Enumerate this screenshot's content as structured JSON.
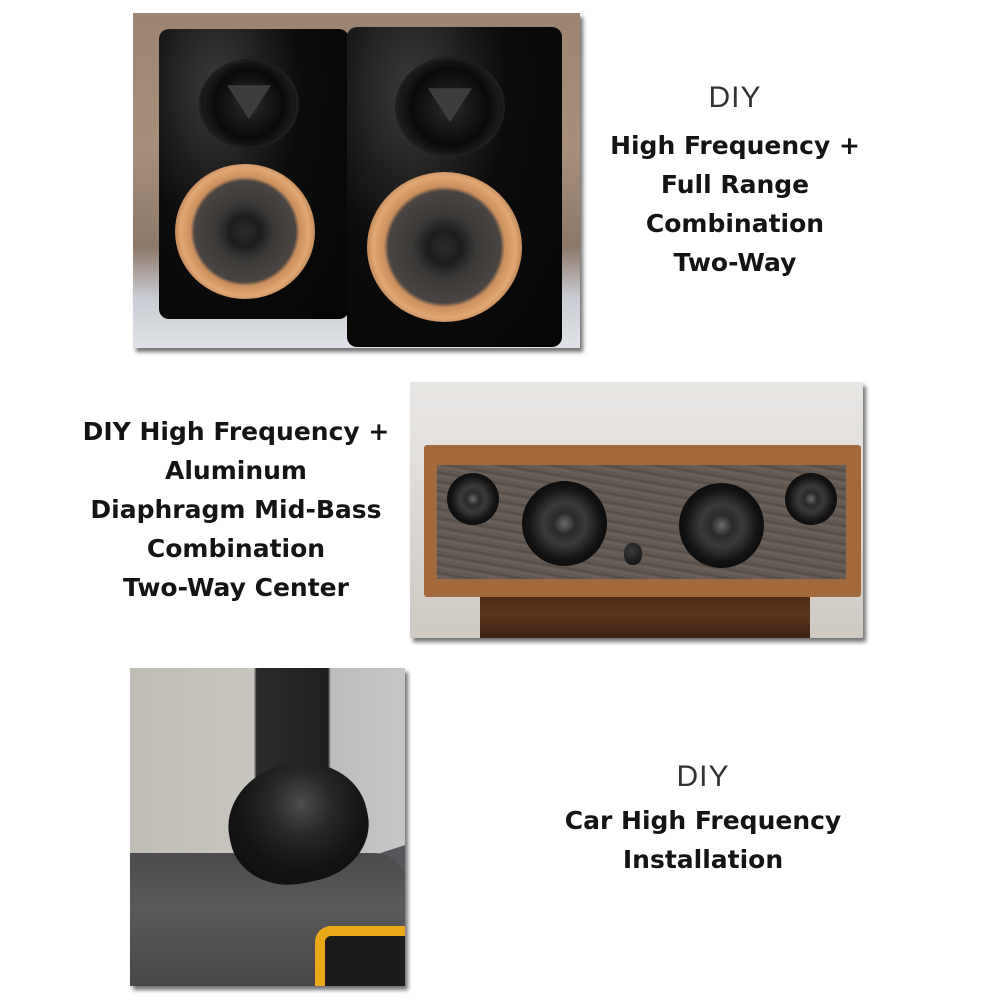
{
  "sections": [
    {
      "id": "bookshelf",
      "photo_alt": "Pair of glossy black bookshelf speakers with horn tweeters and tan-surround woofers",
      "caption": {
        "prefix": "DIY",
        "lines": [
          "High Frequency +",
          "Full Range",
          "Combination",
          "Two-Way"
        ]
      }
    },
    {
      "id": "center",
      "photo_alt": "Wooden center-channel speaker with two tweeters, two mid-bass drivers and a volume knob",
      "caption": {
        "lines": [
          "DIY High Frequency +",
          "Aluminum",
          "Diaphragm Mid-Bass",
          "Combination",
          "Two-Way Center"
        ]
      }
    },
    {
      "id": "car",
      "photo_alt": "Black tweeter pod mounted on a car door panel",
      "caption": {
        "prefix": "DIY",
        "lines": [
          "Car High Frequency",
          "Installation"
        ]
      }
    }
  ],
  "colors": {
    "text": "#141414",
    "background": "#ffffff",
    "woofer_surround": "#e0a874",
    "cabinet_wood": "#a26a3c",
    "trim_yellow": "#e9a918"
  }
}
